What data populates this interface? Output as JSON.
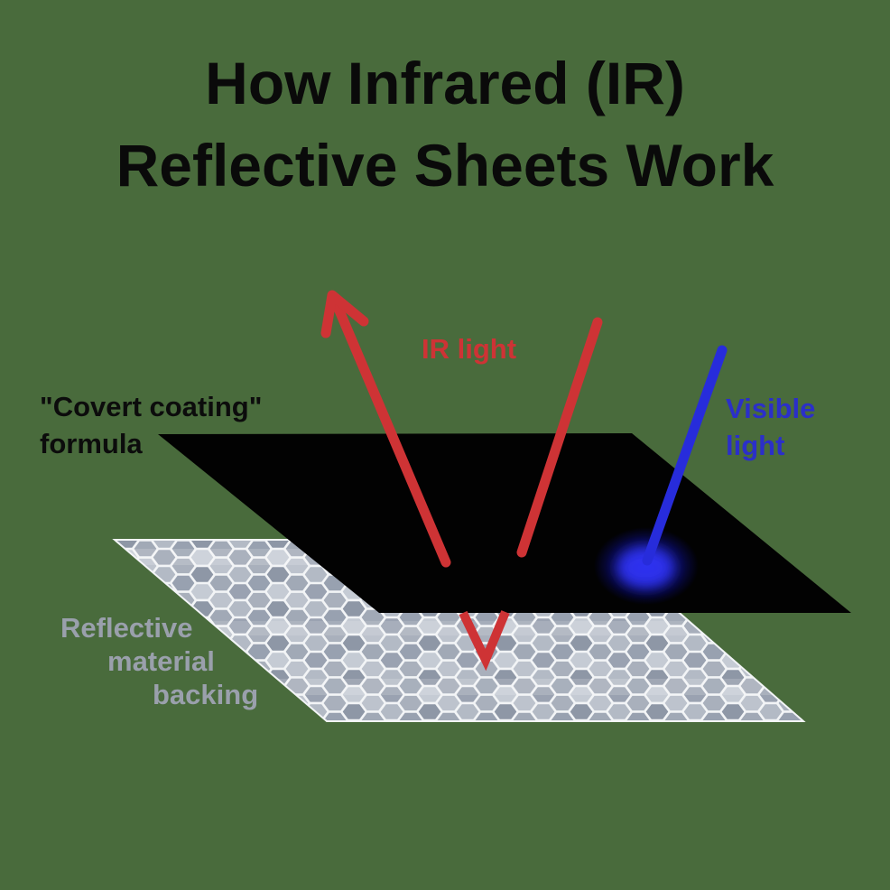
{
  "title": {
    "line1": "How Infrared (IR)",
    "line2": "Reflective Sheets Work"
  },
  "labels": {
    "covert_coating": {
      "line1": "\"Covert coating\"",
      "line2": "formula"
    },
    "ir_light": "IR light",
    "visible_light": {
      "line1": "Visible",
      "line2": "light"
    },
    "backing": {
      "line1": "Reflective",
      "line2": "material",
      "line3": "backing"
    }
  },
  "colors": {
    "background_green": "#496b3c",
    "coating_sheet_black": "#020202",
    "ir_light_red": "#ce3335",
    "visible_light_blue": "#272cdb",
    "visible_glow_blue": "#2d33ef",
    "backing_label_gray": "#9aa0ac",
    "honeycomb_border_white": "#f2f4f6",
    "honeycomb_cell_gray": "#9aa2b1"
  }
}
